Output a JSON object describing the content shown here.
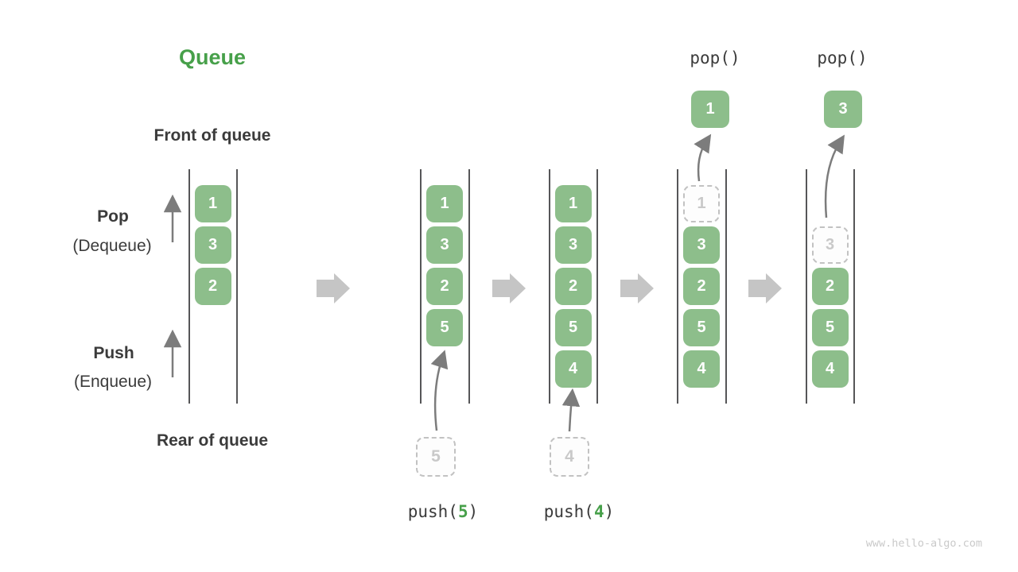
{
  "title": "Queue",
  "labels": {
    "front": "Front of queue",
    "rear": "Rear of queue",
    "pop_bold": "Pop",
    "pop_sub": "(Dequeue)",
    "push_bold": "Push",
    "push_sub": "(Enqueue)"
  },
  "operations": {
    "pops": [
      "pop()",
      "pop()"
    ],
    "pushes": [
      {
        "prefix": "push(",
        "arg": "5",
        "suffix": ")"
      },
      {
        "prefix": "push(",
        "arg": "4",
        "suffix": ")"
      }
    ]
  },
  "states": [
    {
      "cells": [
        {
          "slot": 0,
          "value": "1",
          "style": "green"
        },
        {
          "slot": 1,
          "value": "3",
          "style": "green"
        },
        {
          "slot": 2,
          "value": "2",
          "style": "green"
        }
      ]
    },
    {
      "cells": [
        {
          "slot": 0,
          "value": "1",
          "style": "green"
        },
        {
          "slot": 1,
          "value": "3",
          "style": "green"
        },
        {
          "slot": 2,
          "value": "2",
          "style": "green"
        },
        {
          "slot": 3,
          "value": "5",
          "style": "green"
        }
      ]
    },
    {
      "cells": [
        {
          "slot": 0,
          "value": "1",
          "style": "green"
        },
        {
          "slot": 1,
          "value": "3",
          "style": "green"
        },
        {
          "slot": 2,
          "value": "2",
          "style": "green"
        },
        {
          "slot": 3,
          "value": "5",
          "style": "green"
        },
        {
          "slot": 4,
          "value": "4",
          "style": "green"
        }
      ]
    },
    {
      "cells": [
        {
          "slot": 0,
          "value": "1",
          "style": "dashed"
        },
        {
          "slot": 1,
          "value": "3",
          "style": "green"
        },
        {
          "slot": 2,
          "value": "2",
          "style": "green"
        },
        {
          "slot": 3,
          "value": "5",
          "style": "green"
        },
        {
          "slot": 4,
          "value": "4",
          "style": "green"
        }
      ]
    },
    {
      "cells": [
        {
          "slot": 1,
          "value": "3",
          "style": "dashed"
        },
        {
          "slot": 2,
          "value": "2",
          "style": "green"
        },
        {
          "slot": 3,
          "value": "5",
          "style": "green"
        },
        {
          "slot": 4,
          "value": "4",
          "style": "green"
        }
      ]
    }
  ],
  "incoming": [
    {
      "value": "5"
    },
    {
      "value": "4"
    }
  ],
  "popped": [
    {
      "value": "1"
    },
    {
      "value": "3"
    }
  ],
  "watermark": "www.hello-algo.com",
  "colors": {
    "green_box": "#8dbe8b",
    "green_accent": "#47a04a",
    "dark_text": "#3b3b3b",
    "block_arrow": "#c5c5c5",
    "thin_arrow": "#7c7c7c",
    "wall": "#565658",
    "dashed_border": "#c2c2c2",
    "dashed_text": "#c9c9c9",
    "watermark": "#cacaca"
  }
}
